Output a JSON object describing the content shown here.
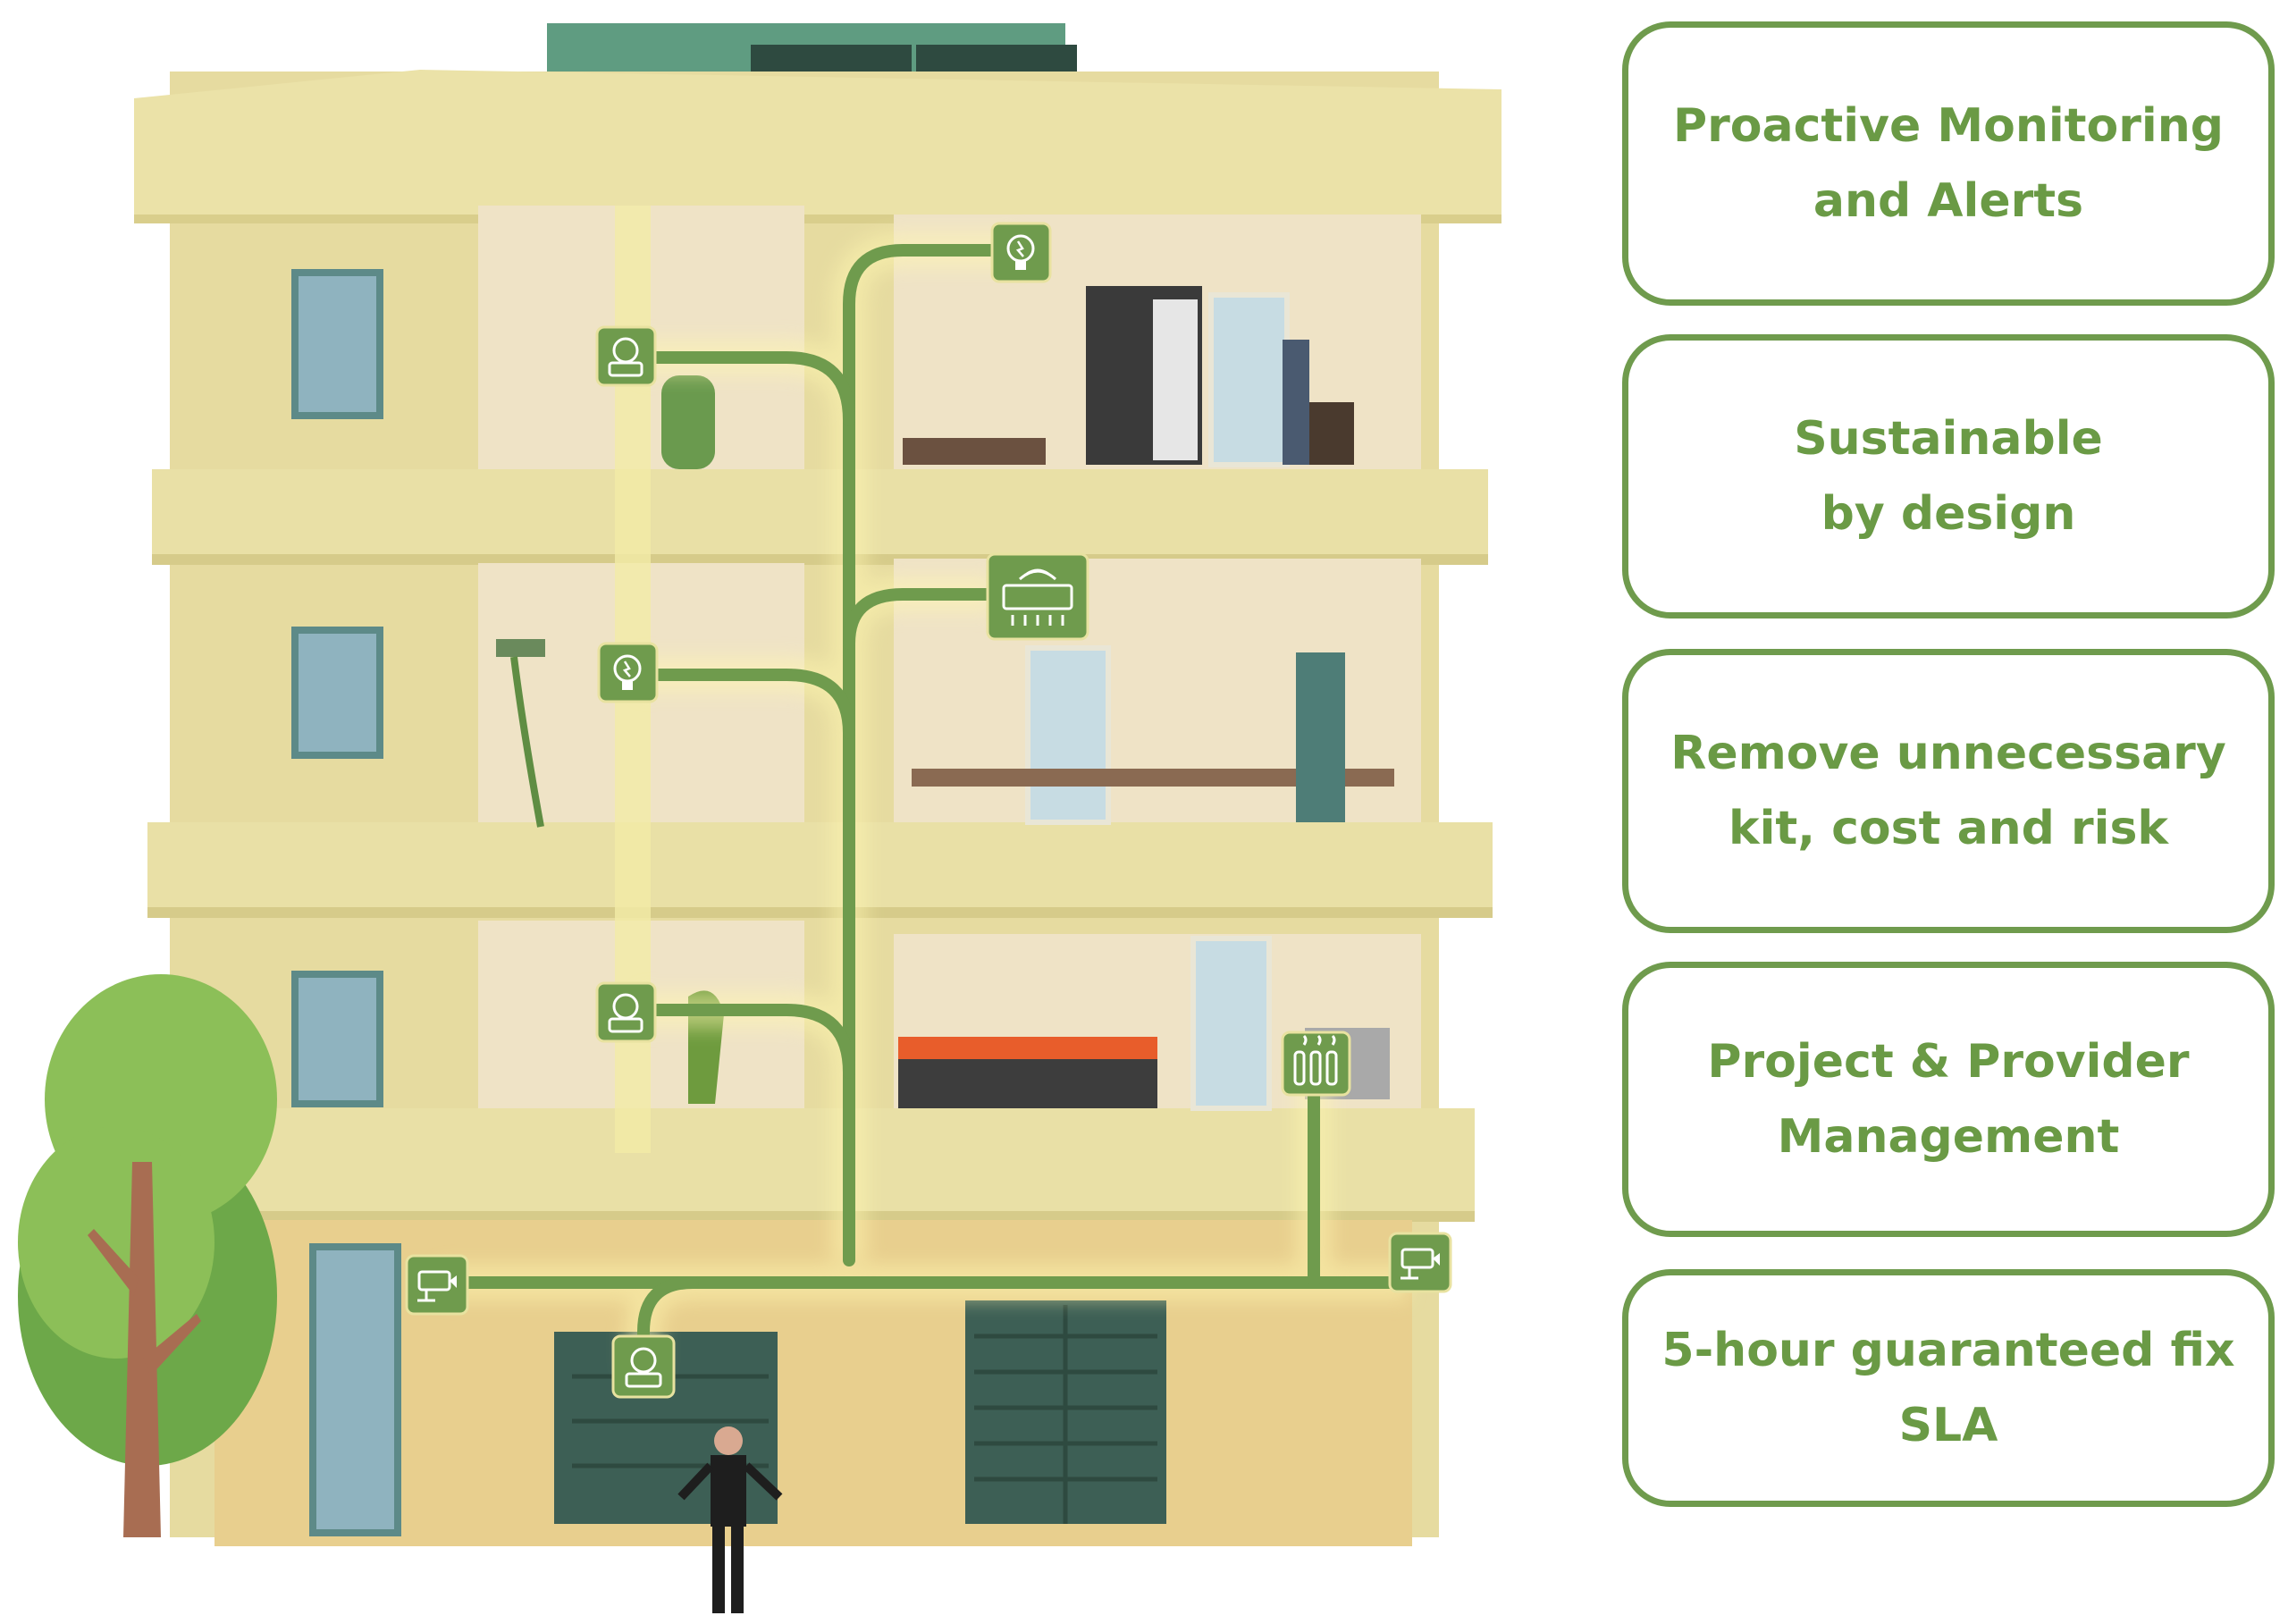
{
  "features": [
    {
      "id": "monitoring",
      "label": "Proactive Monitoring\nand Alerts"
    },
    {
      "id": "sustainable",
      "label": "Sustainable\nby design"
    },
    {
      "id": "remove-kit",
      "label": "Remove unnecessary\nkit, cost and risk"
    },
    {
      "id": "project",
      "label": "Project & Provider\nManagement"
    },
    {
      "id": "sla",
      "label": "5-hour guaranteed fix\nSLA"
    }
  ],
  "colors": {
    "network_green": "#6f9b4d",
    "text_green": "#6a9a45",
    "facade": "#e7dc9c",
    "ground_floor": "#e8cf8e",
    "room_interior": "#efe3c6",
    "window": "#8fb3bf",
    "door_dark": "#3d5f55",
    "tree_foliage": "#8cbf58",
    "tree_trunk": "#a86d52"
  },
  "icons": [
    "camera-icon",
    "lightbulb-icon",
    "hvac-icon",
    "security-badge-icon",
    "radiator-icon"
  ]
}
